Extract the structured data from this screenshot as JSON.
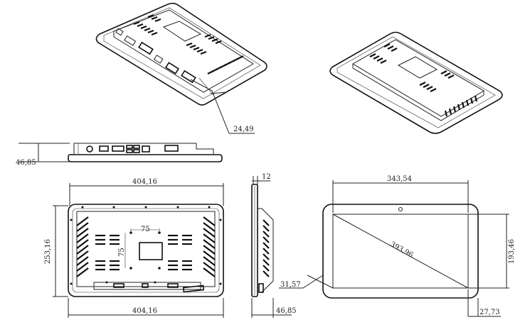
{
  "dimensions": {
    "cable_angle": "24,49",
    "side_height": "46,85",
    "back_width_top": "404,16",
    "back_height": "253,16",
    "vesa_h": "75",
    "vesa_v": "75",
    "back_width_bottom": "404,16",
    "profile_thickness": "12",
    "profile_depth": "46,85",
    "screen_width": "343,54",
    "screen_diagonal": "393,96",
    "screen_height": "193,46",
    "bezel_left": "31,57",
    "bezel_bottom": "27,73"
  }
}
